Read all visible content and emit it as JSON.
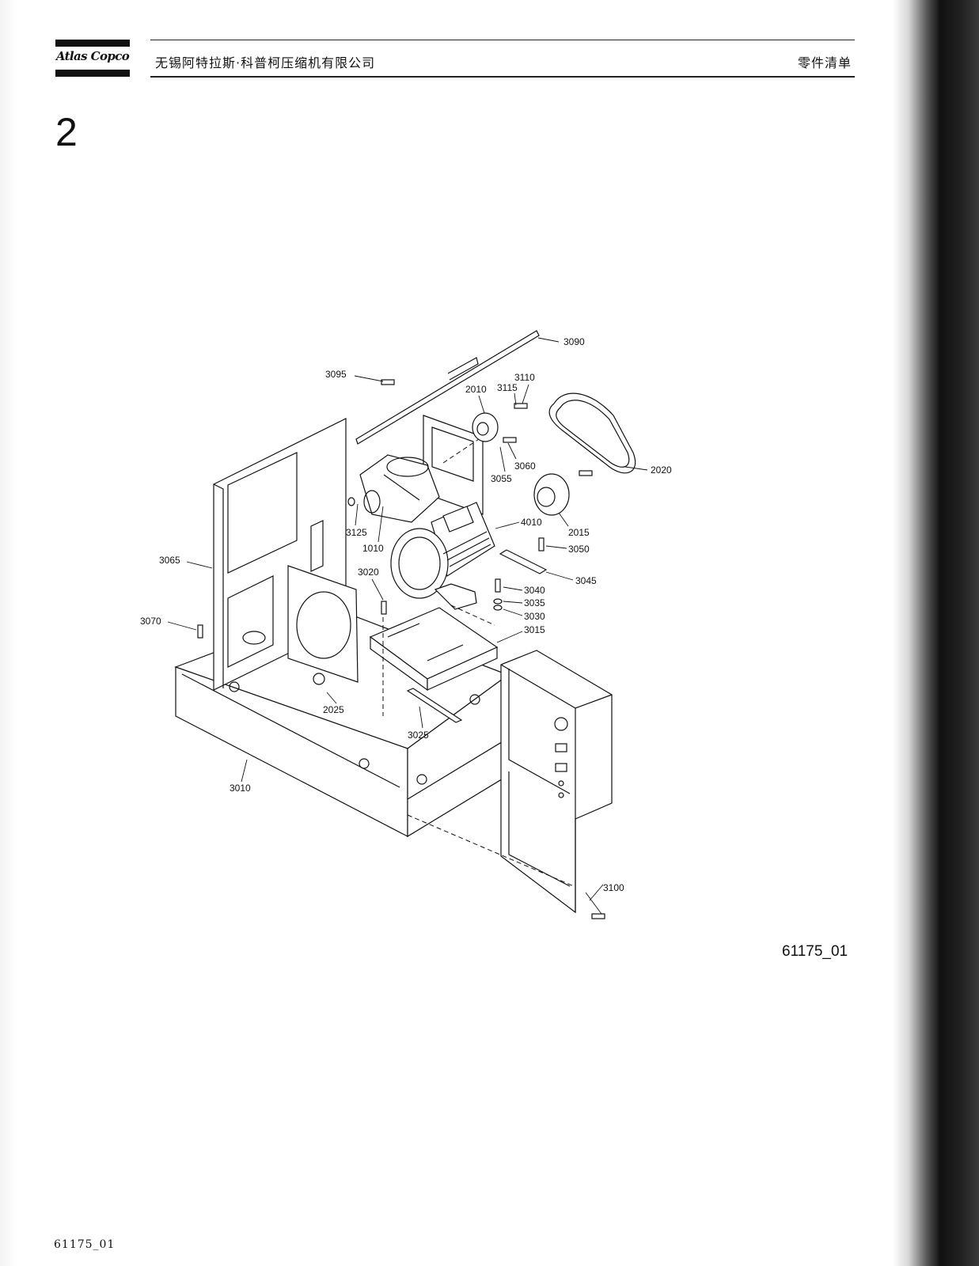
{
  "header": {
    "brand": "Atlas Copco",
    "company": "无锡阿特拉斯·科普柯压缩机有限公司",
    "doc_type": "零件清单"
  },
  "section_number": "2",
  "figure_code": "61175_01",
  "footer_code": "61175_01",
  "part_labels": {
    "p3090": "3090",
    "p3095": "3095",
    "p3110": "3110",
    "p3115": "3115",
    "p2010": "2010",
    "p2020": "2020",
    "p3060": "3060",
    "p3055": "3055",
    "p4010": "4010",
    "p2015": "2015",
    "p3125": "3125",
    "p1010": "1010",
    "p3050": "3050",
    "p3065": "3065",
    "p3020": "3020",
    "p3045": "3045",
    "p3040": "3040",
    "p3035": "3035",
    "p3030": "3030",
    "p3070": "3070",
    "p3015": "3015",
    "p2025": "2025",
    "p3025": "3025",
    "p3010": "3010",
    "p3100": "3100"
  }
}
